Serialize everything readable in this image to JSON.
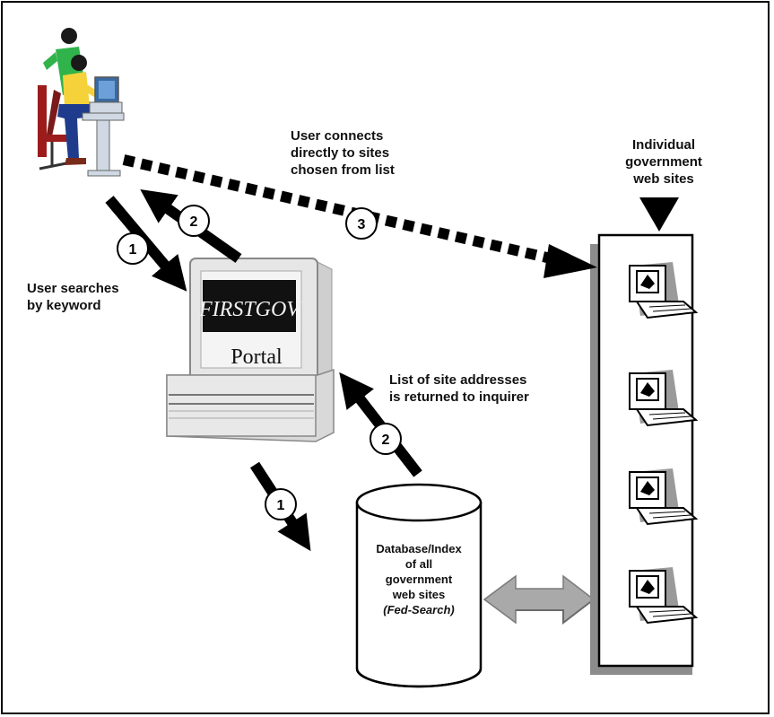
{
  "labels": {
    "user_connects": "User connects\ndirectly to sites\nchosen from list",
    "individual_sites": "Individual\ngovernment\nweb sites",
    "user_searches": "User searches\nby keyword",
    "portal": "Portal",
    "logo": "FIRSTGOV",
    "list_returned": "List of site addresses\nis returned to inquirer",
    "database_line1": "Database/Index",
    "database_line2": "of all",
    "database_line3": "government",
    "database_line4": "web sites",
    "database_line5": "(Fed-Search)"
  },
  "steps": {
    "user_to_portal": "1",
    "portal_to_user": "2",
    "user_to_sites": "3",
    "portal_to_db": "1",
    "db_to_portal": "2"
  },
  "colors": {
    "arrow": "#000000",
    "shadow": "#8c8c8c",
    "monitor": "#e6e6e6",
    "figure_green": "#2fb34a",
    "figure_yellow": "#f5d23a",
    "figure_blue": "#1f3c8c",
    "figure_red": "#9c1c1c",
    "double_arrow": "#a9a9a9"
  }
}
